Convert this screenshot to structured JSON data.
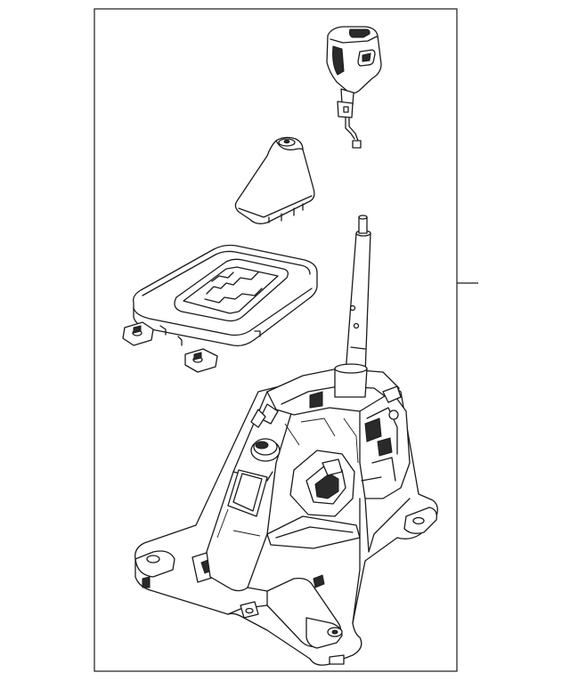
{
  "diagram": {
    "labels": [],
    "parts": [
      {
        "id": "shift-knob",
        "name": ""
      },
      {
        "id": "shift-boot",
        "name": ""
      },
      {
        "id": "bezel-plate",
        "name": ""
      },
      {
        "id": "shift-lever-shaft",
        "name": ""
      },
      {
        "id": "shifter-base-assembly",
        "name": ""
      }
    ],
    "callout": {
      "target": "shifter-assembly"
    }
  }
}
